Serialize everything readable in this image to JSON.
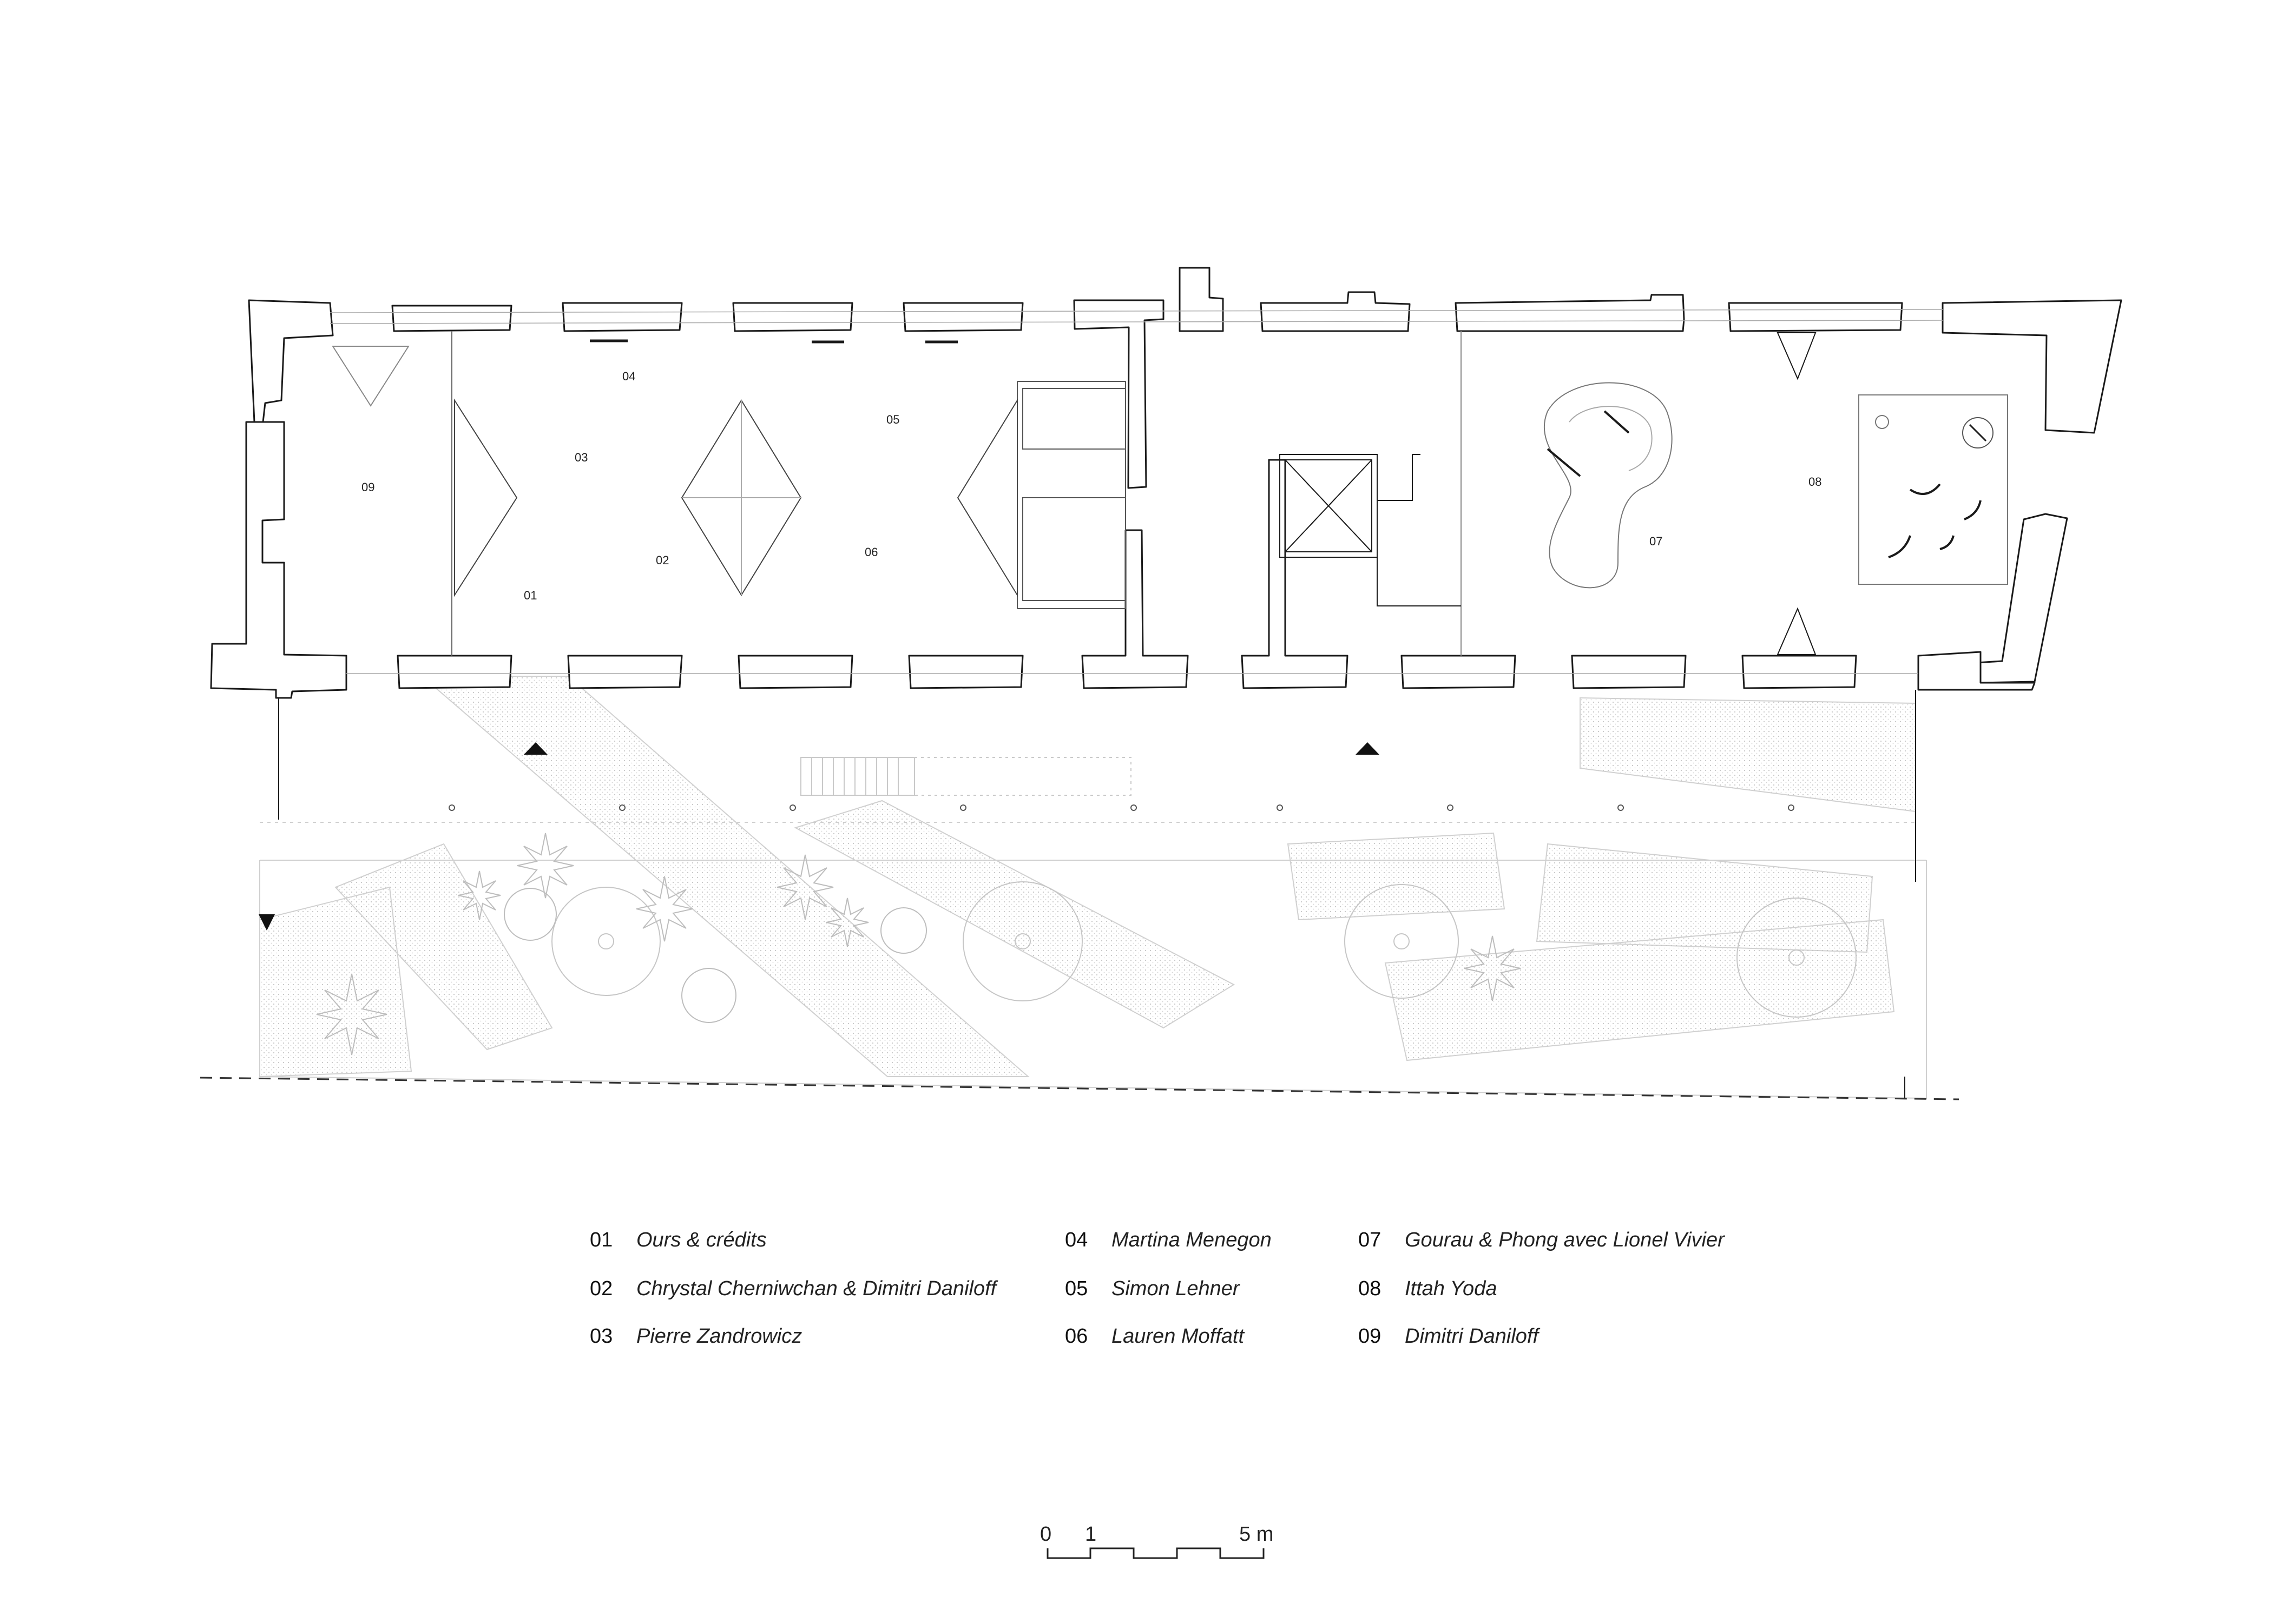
{
  "rooms": [
    {
      "num": "01",
      "name": "Ours & crédits"
    },
    {
      "num": "02",
      "name": "Chrystal Cherniwchan & Dimitri Daniloff"
    },
    {
      "num": "03",
      "name": "Pierre Zandrowicz"
    },
    {
      "num": "04",
      "name": "Martina Menegon"
    },
    {
      "num": "05",
      "name": "Simon Lehner"
    },
    {
      "num": "06",
      "name": "Lauren Moffatt"
    },
    {
      "num": "07",
      "name": "Gourau & Phong avec Lionel Vivier"
    },
    {
      "num": "08",
      "name": "Ittah Yoda"
    },
    {
      "num": "09",
      "name": "Dimitri Daniloff"
    }
  ],
  "scale": {
    "ticks": [
      "0",
      "1",
      "5 m"
    ]
  },
  "colors": {
    "line": "#1a1a1a",
    "hatch": "#bdbdbd",
    "light": "#d9d9d9"
  }
}
